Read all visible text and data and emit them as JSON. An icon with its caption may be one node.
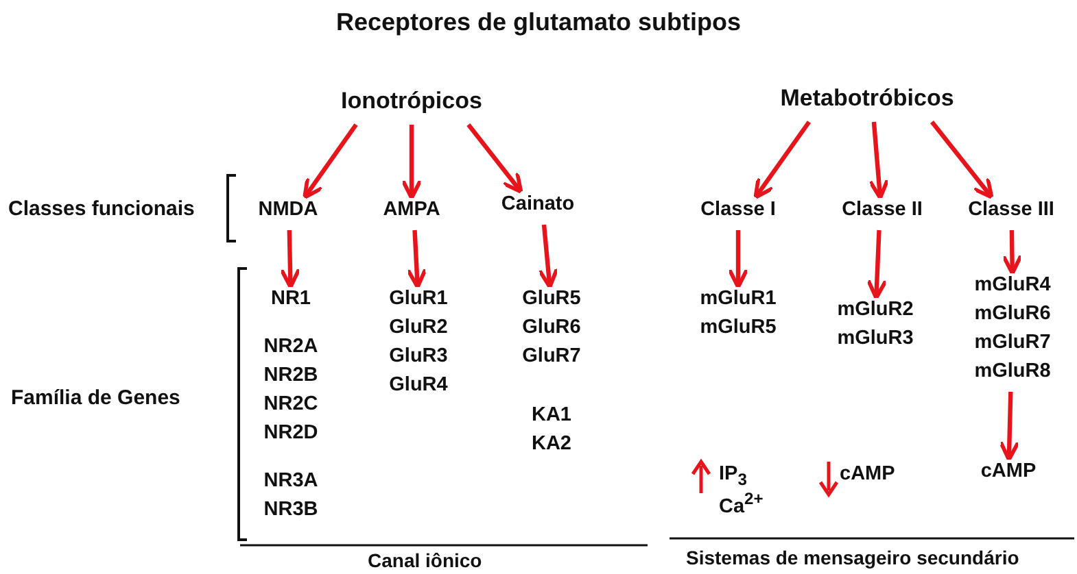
{
  "diagram": {
    "title": "Receptores  de glutamato subtipos",
    "nodes": [
      {
        "text": [
          "Ionotrópicos"
        ]
      },
      {
        "text": [
          "NMDA"
        ]
      },
      {
        "text": [
          "AMPA"
        ]
      },
      {
        "text": [
          "Cainato"
        ]
      },
      {
        "text": [
          "NR1",
          "NR2A NR2B NR2C NR2D",
          "NR3A NR3B"
        ]
      },
      {
        "text": [
          "GluR1 GluR2 GluR3 GluR4"
        ]
      },
      {
        "text": [
          "GluR5 GluR6 GluR7",
          "KA1 KA2"
        ]
      },
      {
        "text": [
          "Metabotróbicos"
        ]
      },
      {
        "text": [
          "Classe I"
        ]
      },
      {
        "text": [
          "Classe II"
        ]
      },
      {
        "text": [
          "Classe III"
        ]
      },
      {
        "text": [
          "mGluR1 mGluR5"
        ]
      },
      {
        "text": [
          "mGluR2 mGluR3"
        ]
      },
      {
        "text": [
          "mGluR4 mGluR6 mGluR7 mGluR8"
        ]
      },
      {
        "text": [
          "cAMP"
        ]
      }
    ],
    "edges": [
      {
        "from": 0,
        "to": 1,
        "arrow": "to"
      },
      {
        "from": 0,
        "to": 2,
        "arrow": "to"
      },
      {
        "from": 0,
        "to": 3,
        "arrow": "to"
      },
      {
        "from": 1,
        "to": 4,
        "arrow": "to"
      },
      {
        "from": 2,
        "to": 5,
        "arrow": "to"
      },
      {
        "from": 3,
        "to": 6,
        "arrow": "to"
      },
      {
        "from": 7,
        "to": 8,
        "arrow": "to"
      },
      {
        "from": 7,
        "to": 9,
        "arrow": "to"
      },
      {
        "from": 7,
        "to": 10,
        "arrow": "to"
      },
      {
        "from": 8,
        "to": 11,
        "arrow": "to"
      },
      {
        "from": 9,
        "to": 12,
        "arrow": "to"
      },
      {
        "from": 10,
        "to": 13,
        "arrow": "to"
      },
      {
        "from": 13,
        "to": 14,
        "arrow": "to"
      }
    ],
    "labels": [
      "Classes funcionais",
      "Família de Genes",
      "IP$_{3}$",
      "Ca$^{2+}$",
      "cAMP",
      "Canal iônico",
      "Sistemas de mensageiro secundário"
    ]
  }
}
